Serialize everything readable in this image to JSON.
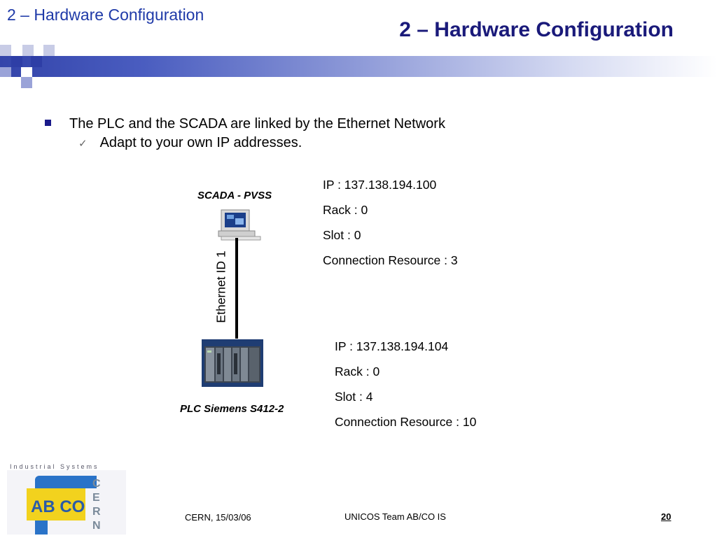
{
  "header": {
    "top_title": "2 – Hardware Configuration",
    "main_title": "2 – Hardware Configuration"
  },
  "bullets": {
    "level1": "The PLC and the SCADA are linked by the Ethernet Network",
    "level2": "Adapt to your own IP addresses."
  },
  "diagram": {
    "scada": {
      "label": "SCADA - PVSS",
      "icon": "desktop-computer-icon",
      "ip": "IP : 137.138.194.100",
      "rack": "Rack : 0",
      "slot": "Slot : 0",
      "connection": "Connection Resource : 3"
    },
    "link_label": "Ethernet ID 1",
    "plc": {
      "label": "PLC Siemens S412-2",
      "icon": "plc-rack-icon",
      "ip": "IP : 137.138.194.104",
      "rack": "Rack : 0",
      "slot": "Slot : 4",
      "connection": "Connection Resource : 10"
    }
  },
  "logo": {
    "top_text": "Industrial Systems",
    "group_text": "AB CO",
    "side_text": "CERN"
  },
  "footer": {
    "left": "CERN, 15/03/06",
    "center": "UNICOS Team AB/CO IS",
    "page_number": "20"
  },
  "colors": {
    "title_blue": "#1f3aa8",
    "heading_navy": "#1a1a7a",
    "band_start": "#3344aa",
    "logo_yellow": "#f2d21e",
    "logo_blue": "#2a73c8"
  }
}
